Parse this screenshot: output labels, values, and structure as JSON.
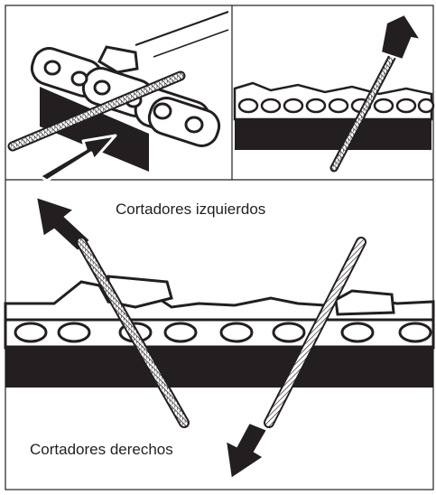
{
  "labels": {
    "left_cutters": "Cortadores izquierdos",
    "right_cutters": "Cortadores derechos"
  },
  "colors": {
    "ink": "#231f20",
    "paper": "#ffffff",
    "file": "#ffffff"
  },
  "panels": [
    "top-left-file-guide",
    "top-right-chain-file-angle",
    "bottom-chain-left-right-cutters"
  ]
}
